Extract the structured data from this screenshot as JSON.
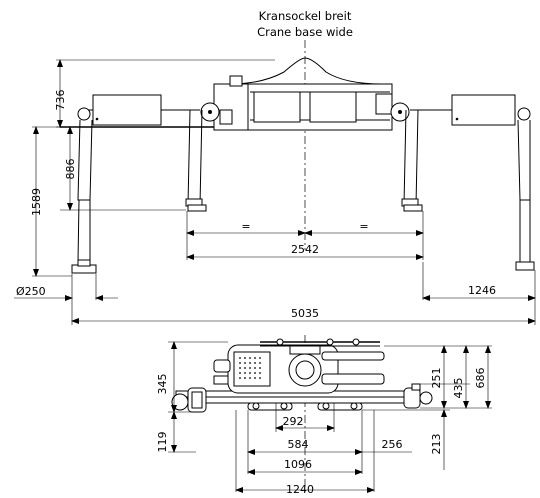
{
  "title": {
    "line_de": "Kransockel breit",
    "line_en": "Crane base wide"
  },
  "front_view": {
    "dim_height_top": "736",
    "dim_height_mid": "886",
    "dim_height_total": "1589",
    "dim_equal_left": "=",
    "dim_equal_right": "=",
    "dim_inner_width": "2542",
    "dim_foot_diameter": "Ø250",
    "dim_outrigger": "1246",
    "dim_total_width": "5035"
  },
  "top_view": {
    "dim_345": "345",
    "dim_119": "119",
    "dim_292": "292",
    "dim_584": "584",
    "dim_256": "256",
    "dim_1096": "1096",
    "dim_1240": "1240",
    "dim_251": "251",
    "dim_435": "435",
    "dim_686": "686",
    "dim_213": "213"
  }
}
